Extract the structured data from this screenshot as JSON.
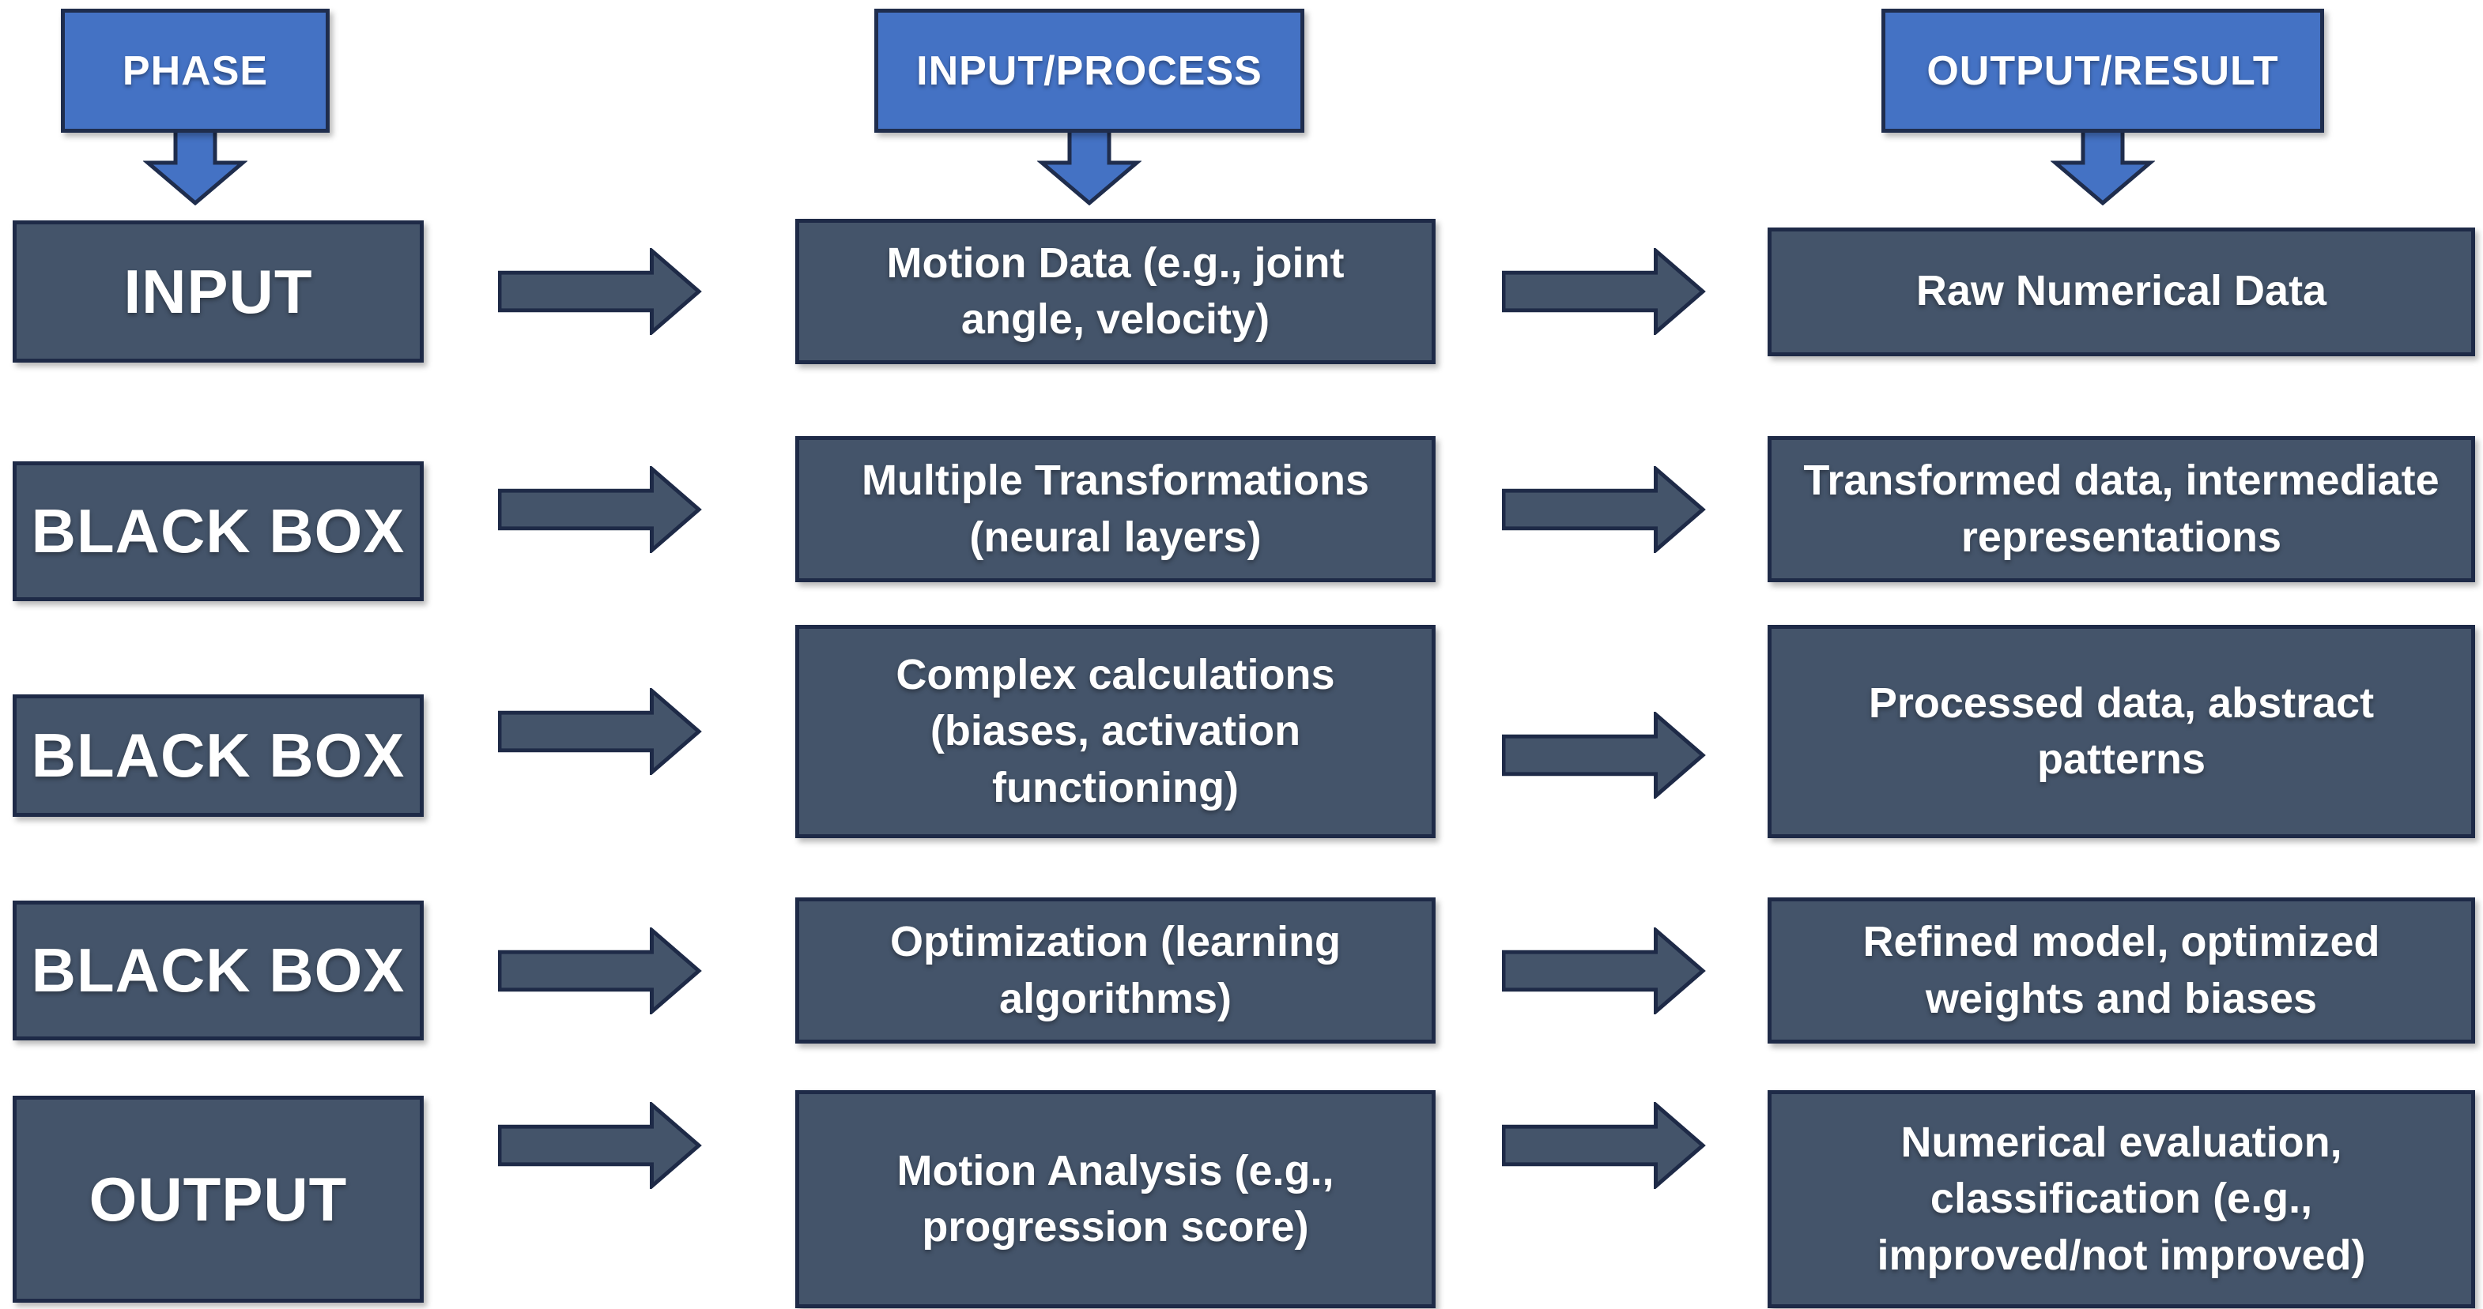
{
  "colors": {
    "header_fill": "#4472c4",
    "header_border": "#1f2d4d",
    "box_fill": "#44546a",
    "box_border": "#1e2a47",
    "arrow_fill": "#44546a",
    "arrow_border": "#1e2a47",
    "text": "#ffffff",
    "background": "#ffffff"
  },
  "columns": [
    {
      "label": "PHASE"
    },
    {
      "label": "INPUT/PROCESS"
    },
    {
      "label": "OUTPUT/RESULT"
    }
  ],
  "rows": [
    {
      "phase": "INPUT",
      "process": "Motion Data (e.g., joint angle, velocity)",
      "result": "Raw Numerical Data"
    },
    {
      "phase": "BLACK BOX",
      "process": "Multiple Transformations (neural layers)",
      "result": "Transformed data, intermediate representations"
    },
    {
      "phase": "BLACK BOX",
      "process": "Complex calculations (biases, activation functioning)",
      "result": "Processed data, abstract patterns"
    },
    {
      "phase": "BLACK BOX",
      "process": "Optimization (learning algorithms)",
      "result": "Refined model, optimized weights and biases"
    },
    {
      "phase": "OUTPUT",
      "process": "Motion Analysis (e.g., progression score)",
      "result": "Numerical evaluation, classification (e.g., improved/not improved)"
    }
  ]
}
